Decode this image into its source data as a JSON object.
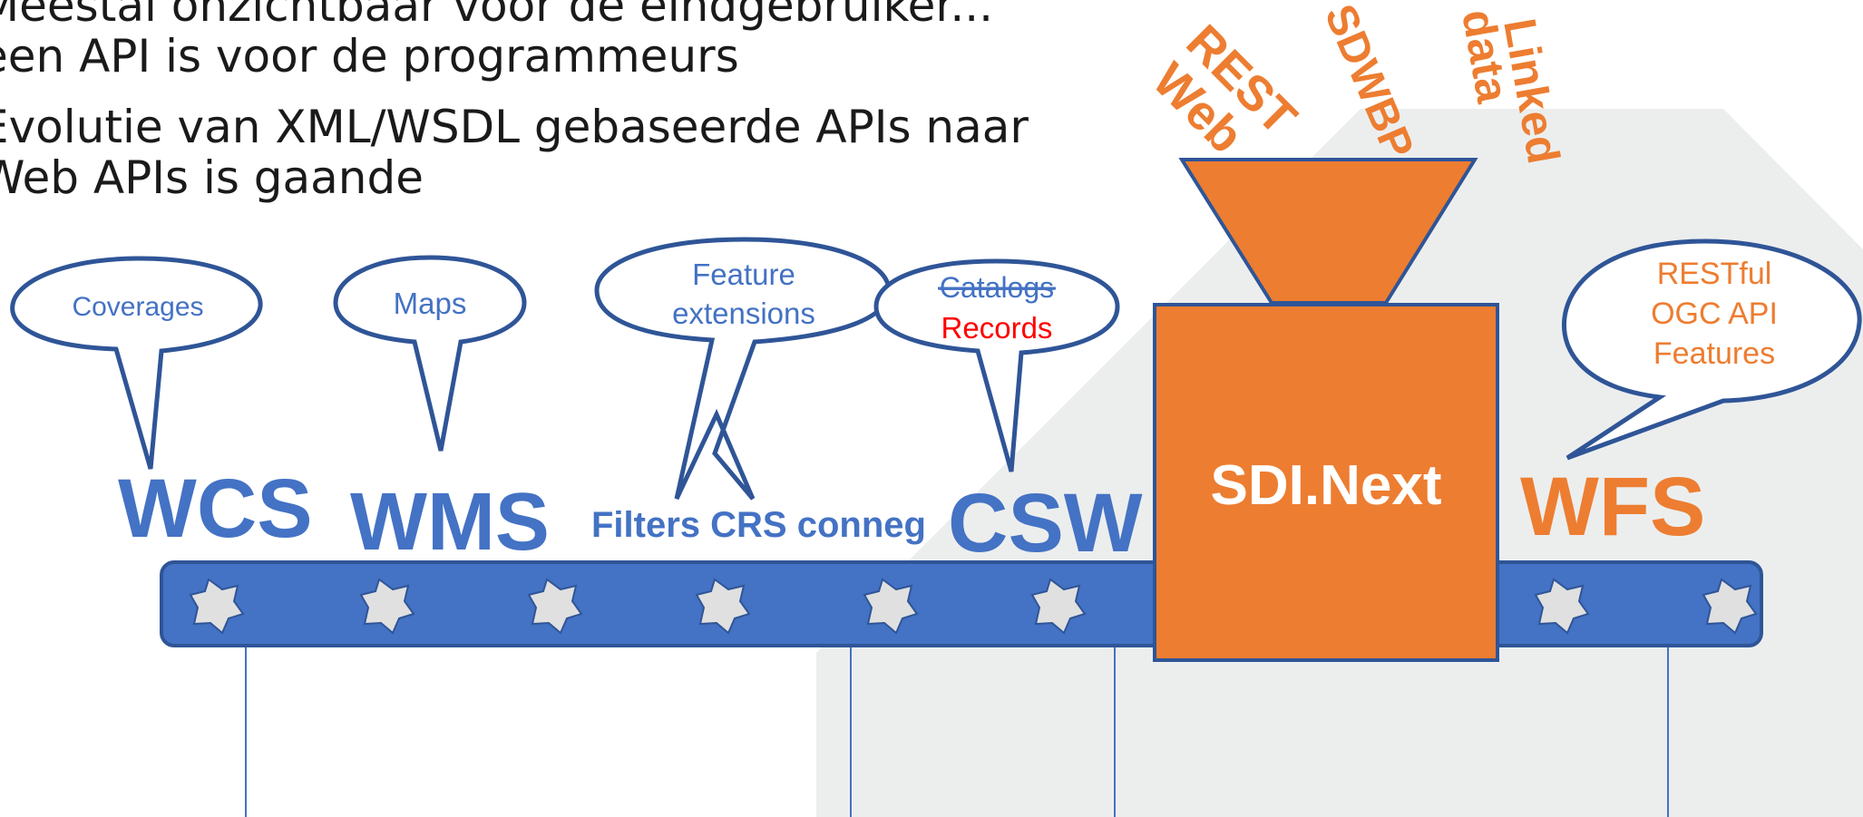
{
  "bullets": [
    {
      "lines": [
        "Meestal onzichtbaar voor de eindgebruiker...",
        "een API is voor de programmeurs"
      ]
    },
    {
      "lines": [
        "Evolutie van XML/WSDL gebaseerde APIs naar",
        "Web APIs is gaande"
      ]
    }
  ],
  "labels": {
    "wcs": "WCS",
    "wms": "WMS",
    "filters_crs_conneg": "Filters CRS conneg",
    "csw": "CSW",
    "wfs": "WFS",
    "sdi_next": "SDI.Next"
  },
  "bubbles": {
    "coverages": "Coverages",
    "maps": "Maps",
    "feature_line1": "Feature",
    "feature_line2": "extensions",
    "catalogs": "Catalogs",
    "records": "Records",
    "restful_line1": "RESTful",
    "restful_line2": "OGC API",
    "restful_line3": "Features"
  },
  "funnel_words": {
    "rest_web_1": "REST",
    "rest_web_2": "Web",
    "sdwbp": "SDWBP",
    "linked_1": "Linked",
    "linked_2": "data"
  },
  "colors": {
    "blue": "#4472c4",
    "dark_blue": "#2f5597",
    "orange": "#ed7d31",
    "red": "#ff0000",
    "gray_bg": "#eceeee",
    "gear": "#e0e0e0"
  }
}
